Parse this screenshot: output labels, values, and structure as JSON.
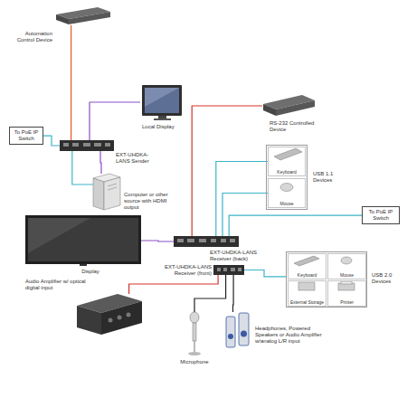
{
  "diagram": {
    "nodes": [
      {
        "text": [
          "Automation Control Device"
        ]
      },
      {
        "text": [
          "Local Display"
        ]
      },
      {
        "text": [
          "To PoE IP Switch"
        ]
      },
      {
        "text": [
          "EXT-UHDKA-LANS Sender"
        ]
      },
      {
        "text": [
          "RS-232 Controlled Device"
        ]
      },
      {
        "text": [
          "Computer or other source with HDMI output"
        ]
      },
      {
        "text": [
          "USB 1.1 Devices"
        ]
      },
      {
        "text": [
          "Keyboard"
        ],
        "in": 6
      },
      {
        "text": [
          "Mouse"
        ],
        "in": 6
      },
      {
        "text": [
          "Display"
        ]
      },
      {
        "text": [
          "To PoE IP Switch"
        ]
      },
      {
        "text": [
          "EXT-UHDKA-LANS Receiver (back)"
        ]
      },
      {
        "text": [
          "EXT-UHDKA-LANS Receiver (front)"
        ]
      },
      {
        "text": [
          "USB 2.0 Devices"
        ]
      },
      {
        "text": [
          "Keyboard"
        ],
        "in": 13
      },
      {
        "text": [
          "Mouse"
        ],
        "in": 13
      },
      {
        "text": [
          "External Storage"
        ],
        "in": 13
      },
      {
        "text": [
          "Printer"
        ],
        "in": 13
      },
      {
        "text": [
          "Audio Amplifier w/ optical digital input"
        ]
      },
      {
        "text": [
          "Microphone"
        ]
      },
      {
        "text": [
          "Headphones, Powered Speakers or Audio Amplifier w/analog L/R input"
        ]
      }
    ],
    "edges": [
      {
        "from": 0,
        "to": 3,
        "arrow": "none"
      },
      {
        "from": 3,
        "to": 1,
        "arrow": "none"
      },
      {
        "from": 3,
        "to": 2,
        "arrow": "none"
      },
      {
        "from": 5,
        "to": 3,
        "arrow": "none"
      },
      {
        "from": 5,
        "to": 3,
        "arrow": "none"
      },
      {
        "from": 4,
        "to": 11,
        "arrow": "none"
      },
      {
        "from": 11,
        "to": 7,
        "arrow": "none"
      },
      {
        "from": 11,
        "to": 8,
        "arrow": "none"
      },
      {
        "from": 11,
        "to": 10,
        "arrow": "none"
      },
      {
        "from": 11,
        "to": 9,
        "arrow": "none"
      },
      {
        "from": 12,
        "to": 18,
        "arrow": "none"
      },
      {
        "from": 12,
        "to": 19,
        "arrow": "none"
      },
      {
        "from": 12,
        "to": 20,
        "arrow": "none"
      },
      {
        "from": 12,
        "to": 13,
        "arrow": "none"
      }
    ]
  }
}
